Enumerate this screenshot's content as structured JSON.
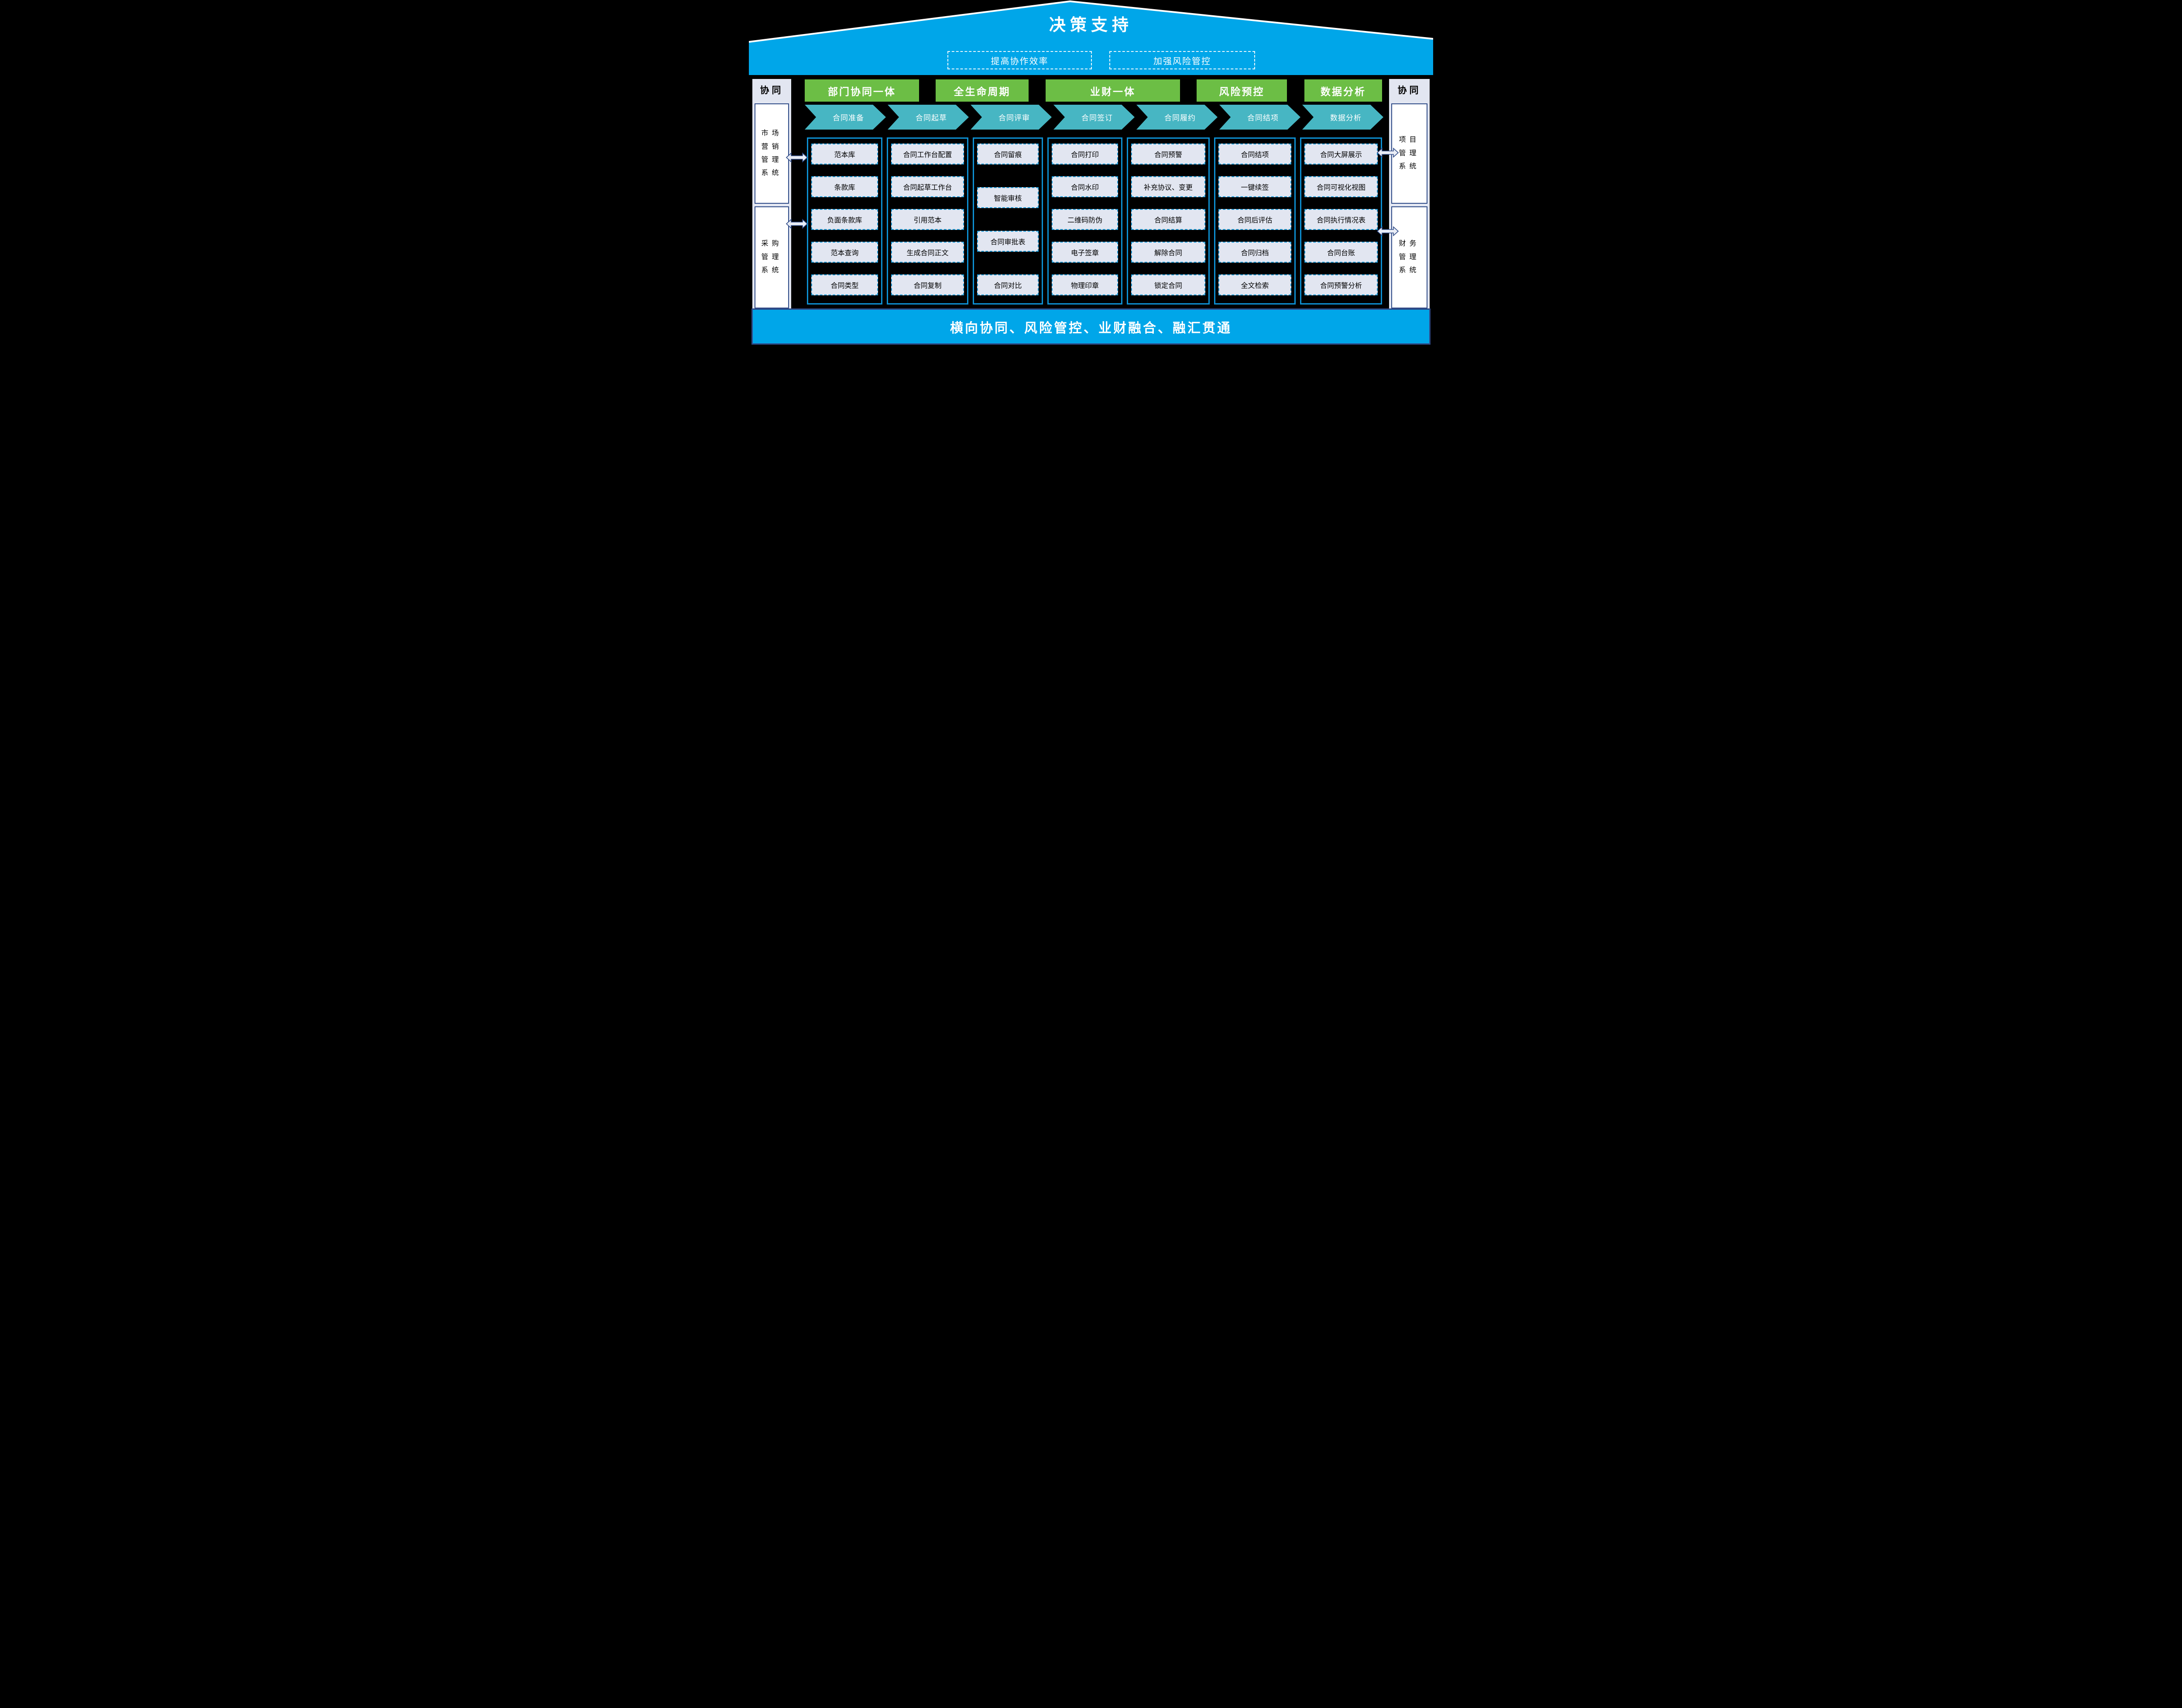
{
  "colors": {
    "blue": "#00A6E9",
    "navy": "#2E4A87",
    "green": "#6CBE45",
    "teal": "#47B6C3",
    "panel": "#E2E6F1",
    "colborder": "#0D91D4",
    "dash": "#1E9CD9",
    "white": "#FFFFFF"
  },
  "roof": {
    "title": "决策支持"
  },
  "banner": {
    "goals": [
      "提高协作效率",
      "加强风险管控"
    ]
  },
  "pillars": {
    "left": {
      "title": "协同",
      "systems": [
        "市场营销管理系统",
        "采购管理系统"
      ]
    },
    "right": {
      "title": "协同",
      "systems": [
        "项目管理系统",
        "财务管理系统"
      ]
    }
  },
  "green_headers": [
    "部门协同一体",
    "全生命周期",
    "业财一体",
    "风险预控",
    "数据分析"
  ],
  "process_steps": [
    "合同准备",
    "合同起草",
    "合同评审",
    "合同签订",
    "合同履约",
    "合同结项",
    "数据分析"
  ],
  "columns": [
    {
      "items": [
        "范本库",
        "条款库",
        "负面条款库",
        "范本查询",
        "合同类型"
      ]
    },
    {
      "items": [
        "合同工作台配置",
        "合同起草工作台",
        "引用范本",
        "生成合同正文",
        "合同复制"
      ]
    },
    {
      "items": [
        "合同留痕",
        "智能审核",
        "合同审批表",
        "合同对比"
      ]
    },
    {
      "items": [
        "合同打印",
        "合同水印",
        "二维码防伪",
        "电子签章",
        "物理印章"
      ]
    },
    {
      "items": [
        "合同预警",
        "补充协议、变更",
        "合同结算",
        "解除合同",
        "锁定合同"
      ]
    },
    {
      "items": [
        "合同结项",
        "一键续签",
        "合同后评估",
        "合同归档",
        "全文检索"
      ]
    },
    {
      "items": [
        "合同大屏展示",
        "合同可视化视图",
        "合同执行情况表",
        "合同台账",
        "合同预警分析"
      ]
    }
  ],
  "bottom_banner": {
    "text": "横向协同、风险管控、业财融合、融汇贯通"
  }
}
